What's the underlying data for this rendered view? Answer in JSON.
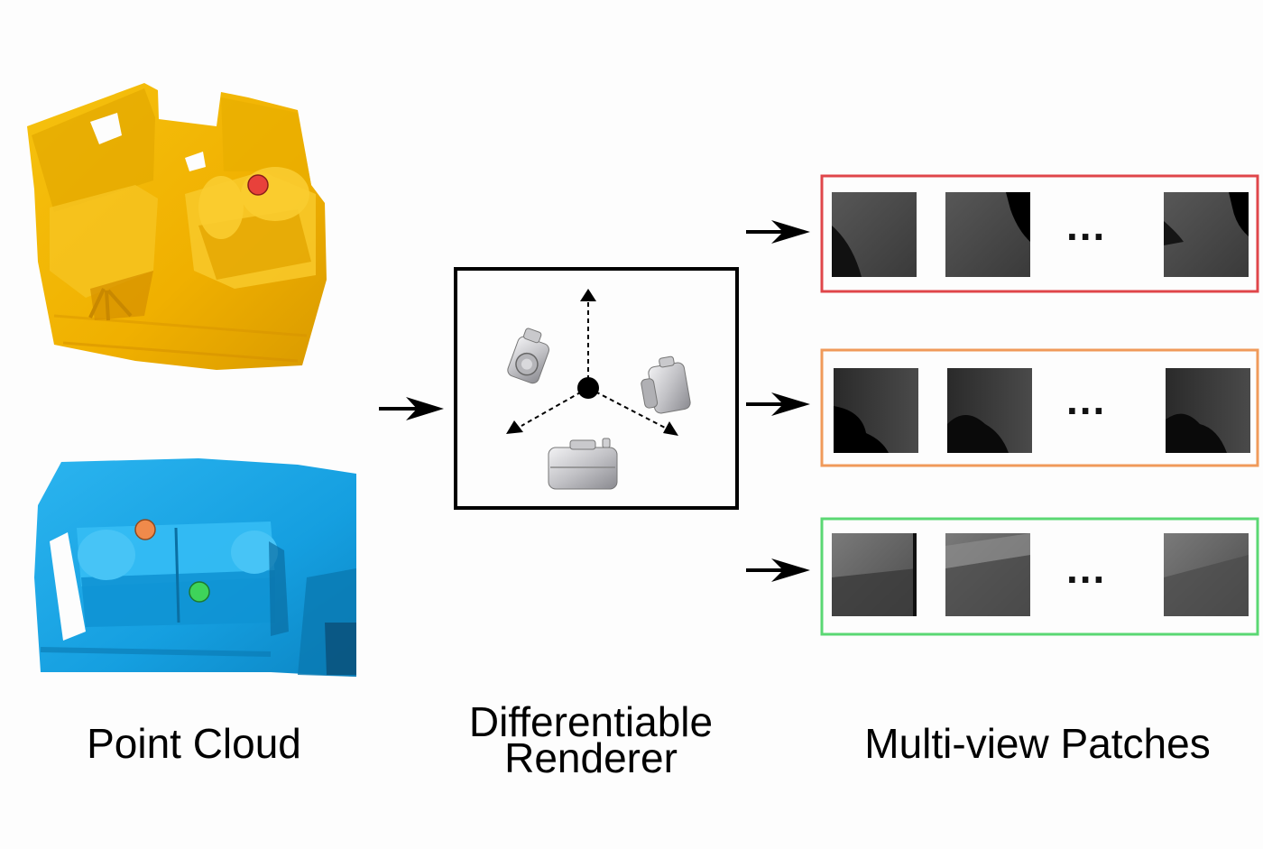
{
  "captions": {
    "point_cloud": "Point Cloud",
    "renderer_line1": "Differentiable",
    "renderer_line2": "Renderer",
    "patches": "Multi-view Patches"
  },
  "ellipsis": "...",
  "colors": {
    "scene_yellow": "#f2b705",
    "scene_blue": "#1ea7e6",
    "marker_red": "#e8413b",
    "marker_orange": "#f08a4b",
    "marker_green": "#3ed45a",
    "row_red": "#e0464a",
    "row_orange": "#f09a5a",
    "row_green": "#5ad873",
    "patch_dark": "#3a3a3a"
  },
  "icons": {
    "camera": "camera-icon",
    "arrow": "right-arrow-icon"
  }
}
